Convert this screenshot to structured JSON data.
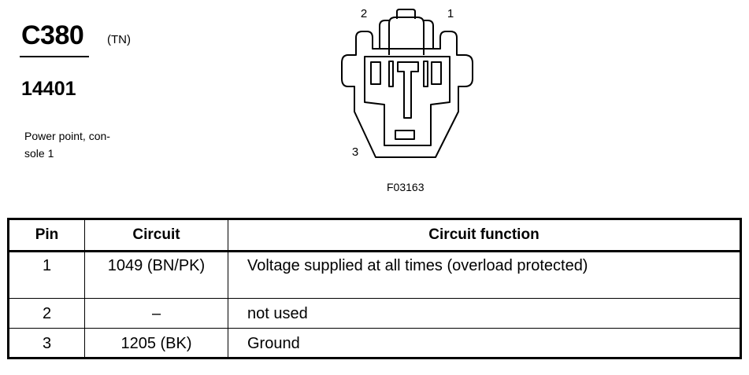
{
  "connector": {
    "code": "C380",
    "tag": "(TN)",
    "part_number": "14401",
    "description_line1": "Power point, con-",
    "description_line2": "sole 1"
  },
  "diagram": {
    "pin_labels": [
      "2",
      "1",
      "3"
    ],
    "figure_id": "F03163"
  },
  "table": {
    "headers": [
      "Pin",
      "Circuit",
      "Circuit function"
    ],
    "rows": [
      {
        "pin": "1",
        "circuit": "1049 (BN/PK)",
        "function": "Voltage supplied at all times (overload protected)"
      },
      {
        "pin": "2",
        "circuit": "–",
        "function": "not used"
      },
      {
        "pin": "3",
        "circuit": "1205 (BK)",
        "function": "Ground"
      }
    ]
  }
}
